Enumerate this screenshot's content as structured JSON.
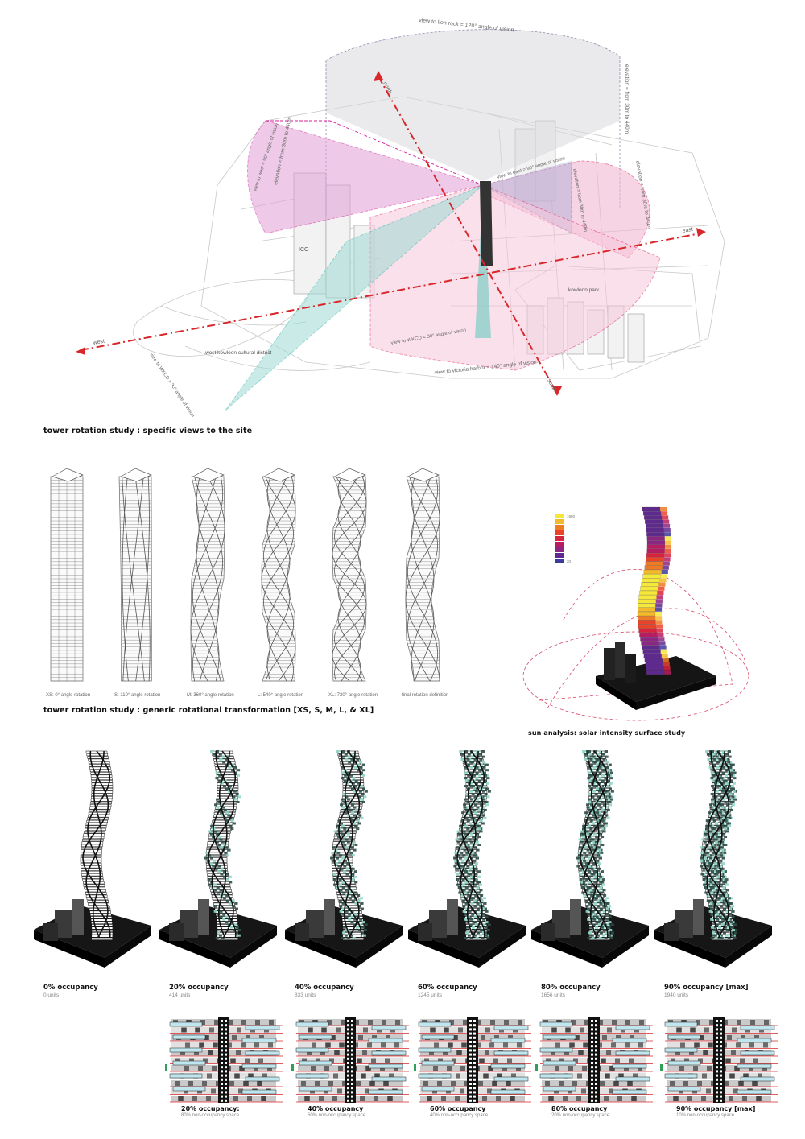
{
  "site_diagram": {
    "title": "tower rotation study : specific views to the site",
    "directions": {
      "north": "north",
      "east": "east",
      "west": "west",
      "south": "south"
    },
    "view_labels": {
      "lion_rock": "view to lion rock = 120° angle of vision",
      "lion_rock_elev": "elevation = from 30m to 440m",
      "west_elev": "elevation = from 30m to 440m",
      "west_angle": "view to west = 90° angle of vision",
      "east_angle": "view to east = 90° angle of vision",
      "east_elev": "elevation = from 30m to 440m",
      "east_elev2": "elevation = from 30m to 440m",
      "wkcd_1": "view to WKCD = 30° angle of vision",
      "wkcd_2": "view to WKCD = 30° angle of vision",
      "victoria": "view to victoria harbor = 140° angle of vision"
    },
    "places": {
      "icc": "ICC",
      "kowloon_park": "kowloon park",
      "wkcd": "west kowloon cultural district"
    }
  },
  "rotation_study": {
    "title": "tower rotation study : generic rotational transformation [XS, S, M, L, & XL]",
    "towers": [
      {
        "label": "XS: 0° angle rotation",
        "rotation": 0
      },
      {
        "label": "S: 110° angle rotation",
        "rotation": 110
      },
      {
        "label": "M: 360° angle rotation",
        "rotation": 360
      },
      {
        "label": "L: 540° angle rotation",
        "rotation": 540
      },
      {
        "label": "XL: 720° angle rotation",
        "rotation": 720
      },
      {
        "label": "final rotation definition",
        "rotation": 450
      }
    ]
  },
  "sun_analysis": {
    "title": "sun analysis: solar intensity surface study",
    "legend_max": "1980",
    "legend_min": "20",
    "colors": [
      "#f6e83a",
      "#f5b92c",
      "#ee7a26",
      "#e9432a",
      "#d8233f",
      "#b81d63",
      "#8c2683",
      "#5f2a8e",
      "#3d3a9b"
    ]
  },
  "occupancy_towers": [
    {
      "title": "0% occupancy",
      "sub": "0 units",
      "level": 0
    },
    {
      "title": "20% occupancy",
      "sub": "414 units",
      "level": 0.2
    },
    {
      "title": "40% occupancy",
      "sub": "833 units",
      "level": 0.4
    },
    {
      "title": "60% occupancy",
      "sub": "1245 units",
      "level": 0.6
    },
    {
      "title": "80% occupancy",
      "sub": "1656 units",
      "level": 0.8
    },
    {
      "title": "90% occupancy [max]",
      "sub": "1940 units",
      "level": 0.9
    }
  ],
  "occupancy_sections": [
    {
      "title": "20% occupancy:",
      "sub": "80% non-occupancy space"
    },
    {
      "title": "40% occupancy",
      "sub": "60% non-occupancy space"
    },
    {
      "title": "60% occupancy",
      "sub": "40% non-occupancy space"
    },
    {
      "title": "80% occupancy",
      "sub": "20% non-occupancy space"
    },
    {
      "title": "90% occupancy [max]",
      "sub": "10% non-occupancy space"
    }
  ]
}
